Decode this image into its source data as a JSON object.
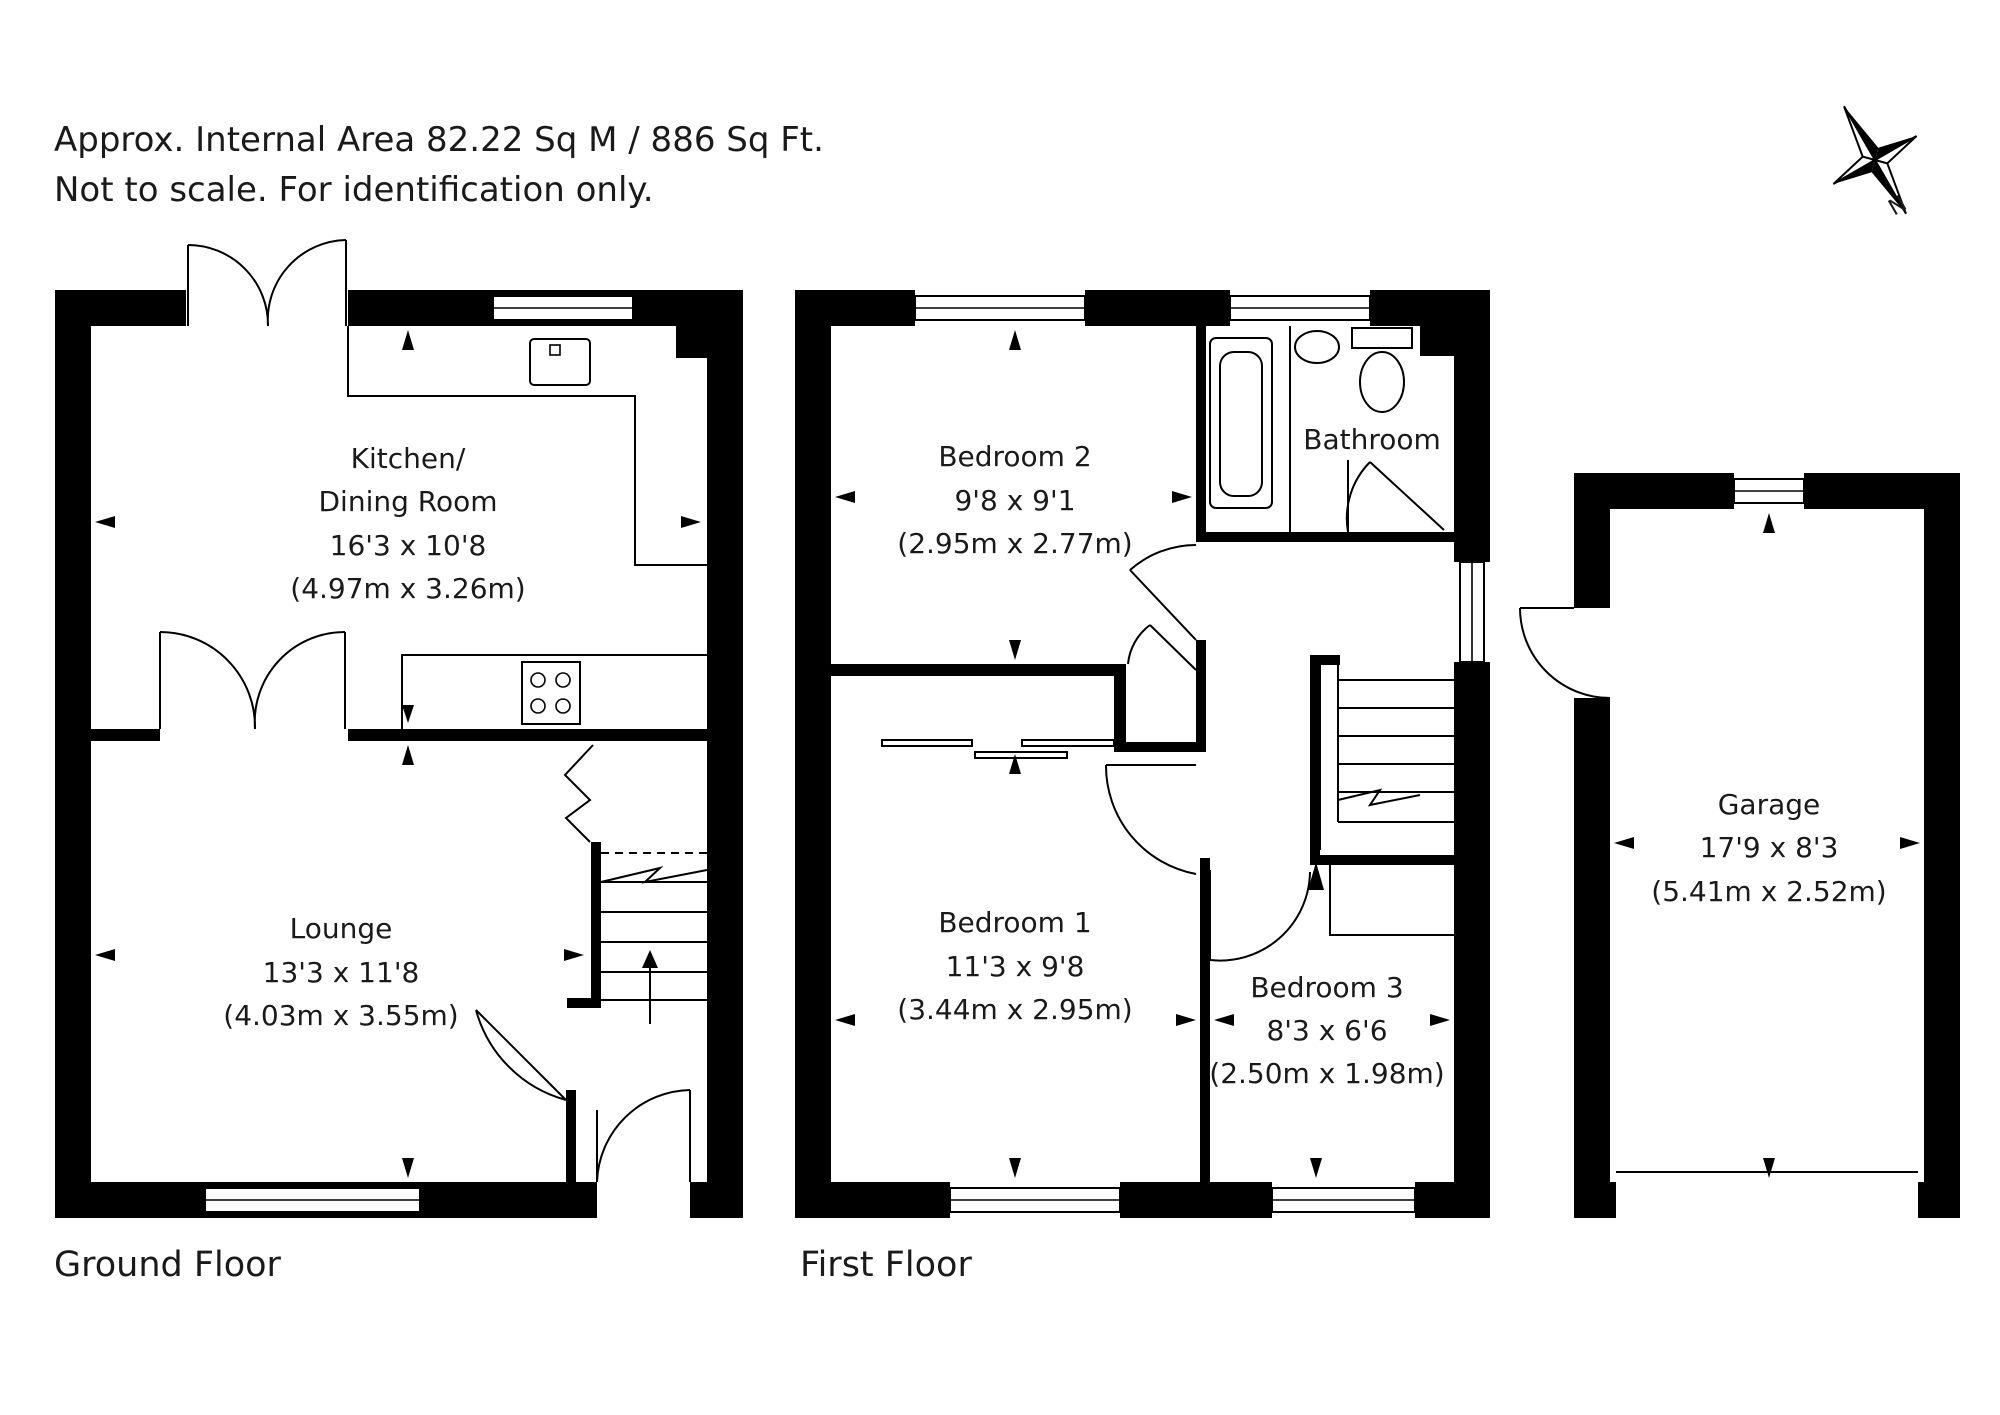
{
  "header": {
    "line1": "Approx. Internal Area 82.22 Sq M / 886 Sq Ft.",
    "line2": "Not to scale. For identification only."
  },
  "compass": {
    "label": "N"
  },
  "floors": {
    "ground": {
      "label": "Ground Floor"
    },
    "first": {
      "label": "First Floor"
    }
  },
  "rooms": {
    "kitchen": {
      "name_l1": "Kitchen/",
      "name_l2": "Dining Room",
      "imperial": "16'3 x 10'8",
      "metric": "(4.97m x 3.26m)"
    },
    "lounge": {
      "name": "Lounge",
      "imperial": "13'3 x 11'8",
      "metric": "(4.03m x 3.55m)"
    },
    "bedroom2": {
      "name": "Bedroom 2",
      "imperial": "9'8 x 9'1",
      "metric": "(2.95m x 2.77m)"
    },
    "bathroom": {
      "name": "Bathroom"
    },
    "bedroom1": {
      "name": "Bedroom 1",
      "imperial": "11'3 x 9'8",
      "metric": "(3.44m x 2.95m)"
    },
    "bedroom3": {
      "name": "Bedroom 3",
      "imperial": "8'3 x 6'6",
      "metric": "(2.50m x 1.98m)"
    },
    "garage": {
      "name": "Garage",
      "imperial": "17'9 x 8'3",
      "metric": "(5.41m x 2.52m)"
    }
  }
}
